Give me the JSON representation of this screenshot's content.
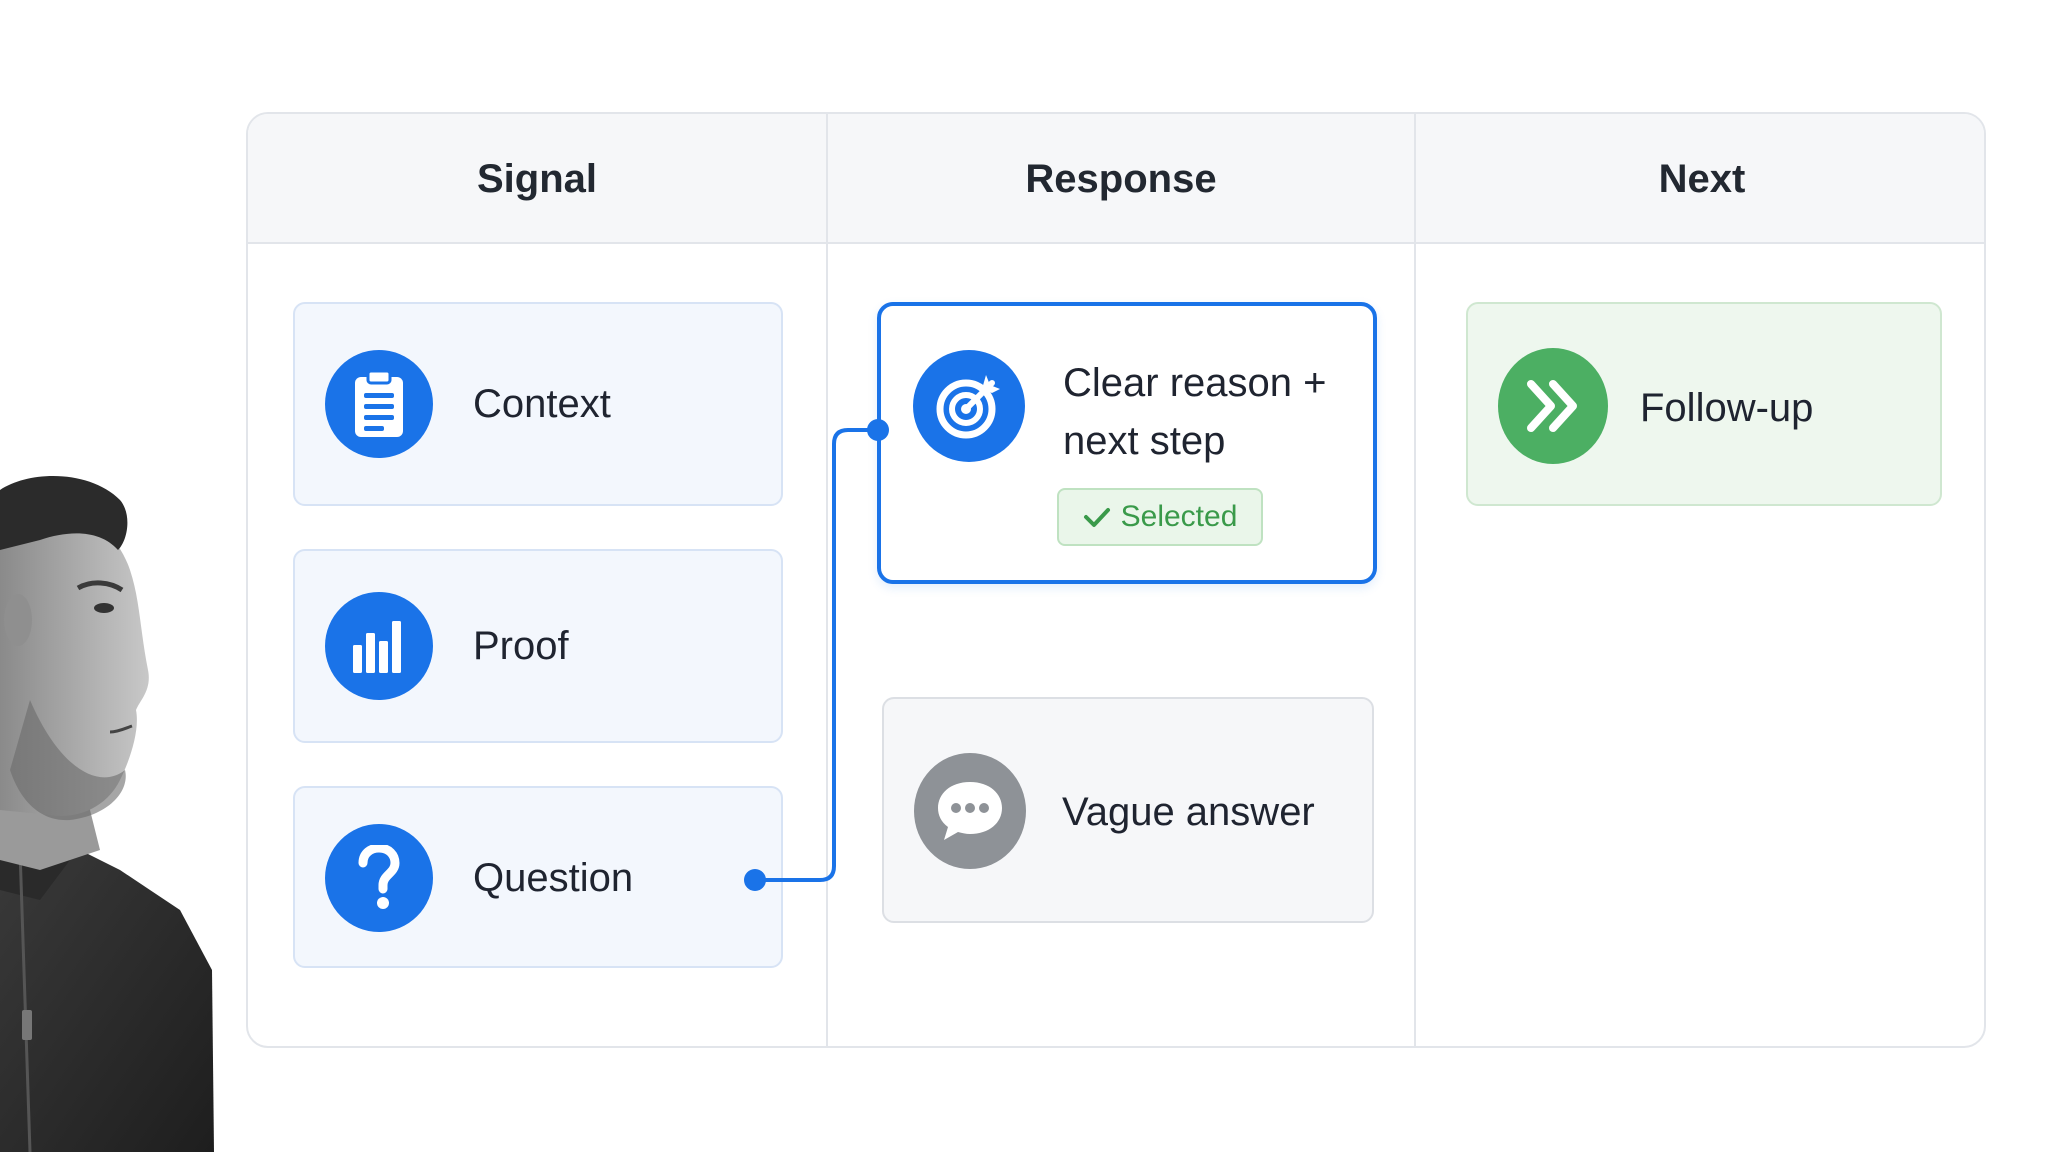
{
  "columns": {
    "signal": "Signal",
    "response": "Response",
    "next": "Next"
  },
  "signal_cards": [
    {
      "label": "Context",
      "icon": "clipboard-icon"
    },
    {
      "label": "Proof",
      "icon": "bar-chart-icon"
    },
    {
      "label": "Question",
      "icon": "question-mark-icon"
    }
  ],
  "response_cards": {
    "selected": {
      "line1": "Clear reason +",
      "line2": "next step",
      "icon": "target-icon",
      "badge": "Selected"
    },
    "other": {
      "label": "Vague answer",
      "icon": "chat-bubble-icon"
    }
  },
  "next_card": {
    "label": "Follow-up",
    "icon": "double-chevron-right-icon"
  },
  "colors": {
    "accent_blue": "#1a73e8",
    "success_green": "#4caf63",
    "neutral_gray": "#8e9297"
  }
}
